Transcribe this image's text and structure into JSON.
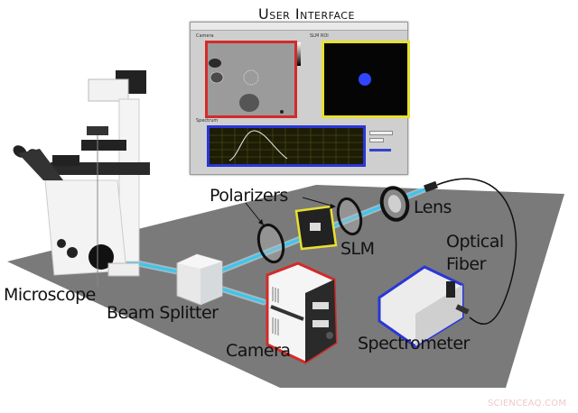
{
  "title": "User Interface",
  "ui_window": {
    "panels": [
      {
        "label": "Camera",
        "border_color": "#d42a2a",
        "content": "grayscale microscope image with cells"
      },
      {
        "label": "SLM ROI",
        "border_color": "#e8e030",
        "content": "black field with blue circular spot"
      },
      {
        "label": "Spectrum",
        "border_color": "#2a36d8",
        "content": "spectrum curve on dark grid"
      }
    ]
  },
  "components": [
    {
      "id": "microscope",
      "label": "Microscope"
    },
    {
      "id": "beam-splitter",
      "label": "Beam Splitter"
    },
    {
      "id": "camera",
      "label": "Camera",
      "highlight_color": "#d42a2a"
    },
    {
      "id": "polarizers",
      "label": "Polarizers"
    },
    {
      "id": "slm",
      "label": "SLM",
      "highlight_color": "#e8e030"
    },
    {
      "id": "lens",
      "label": "Lens"
    },
    {
      "id": "optical-fiber",
      "label": "Optical\nFiber"
    },
    {
      "id": "spectrometer",
      "label": "Spectrometer",
      "highlight_color": "#2a36d8"
    }
  ],
  "labels": {
    "microscope": "Microscope",
    "beam_splitter": "Beam Splitter",
    "camera": "Camera",
    "polarizers": "Polarizers",
    "slm": "SLM",
    "lens": "Lens",
    "optical": "Optical",
    "fiber": "Fiber",
    "spectrometer": "Spectrometer"
  },
  "colors": {
    "table": "#7a7a7a",
    "beam": "#39c6f0",
    "camera_highlight": "#d42a2a",
    "slm_highlight": "#e8e030",
    "spectrometer_highlight": "#2a36d8"
  },
  "watermark": "SCIENCEAQ.COM"
}
